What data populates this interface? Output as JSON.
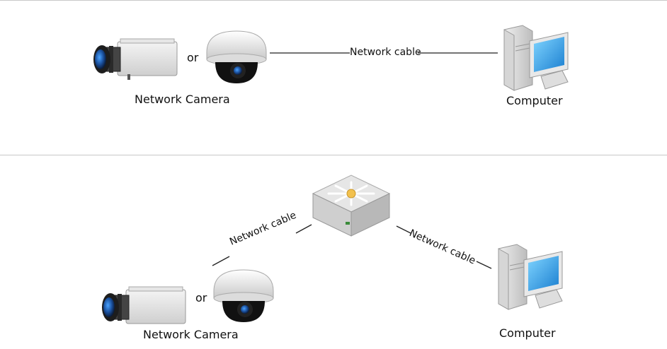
{
  "diagram1": {
    "camera_label": "Network Camera",
    "or_text": "or",
    "cable_label": "Network cable",
    "computer_label": "Computer"
  },
  "diagram2": {
    "camera_label": "Network Camera",
    "or_text": "or",
    "cable_left_label": "Network cable",
    "cable_right_label": "Network cable",
    "computer_label": "Computer"
  },
  "icons": [
    "box-camera-icon",
    "dome-camera-icon",
    "switch-icon",
    "computer-icon"
  ]
}
